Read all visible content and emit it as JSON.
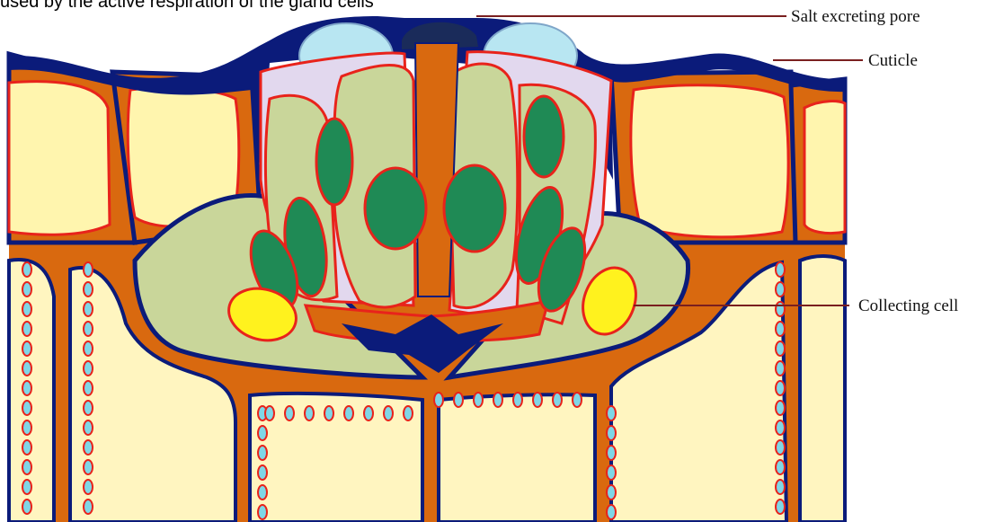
{
  "caption_fragment": "used by the active respiration of the gland cells",
  "labels": {
    "pore": "Salt excreting pore",
    "cuticle": "Cuticle",
    "collecting": "Collecting cell"
  },
  "colors": {
    "cuticle": "#0b1b7a",
    "cell_wall": "#d9690f",
    "cytoplasm": "#fff59d",
    "gland_cytoplasm": "#c9d69a",
    "nucleus": "#1f8a55",
    "membrane": "#e8231b",
    "vacuole": "#b8e6f2",
    "label_line": "#7a1f1f"
  }
}
